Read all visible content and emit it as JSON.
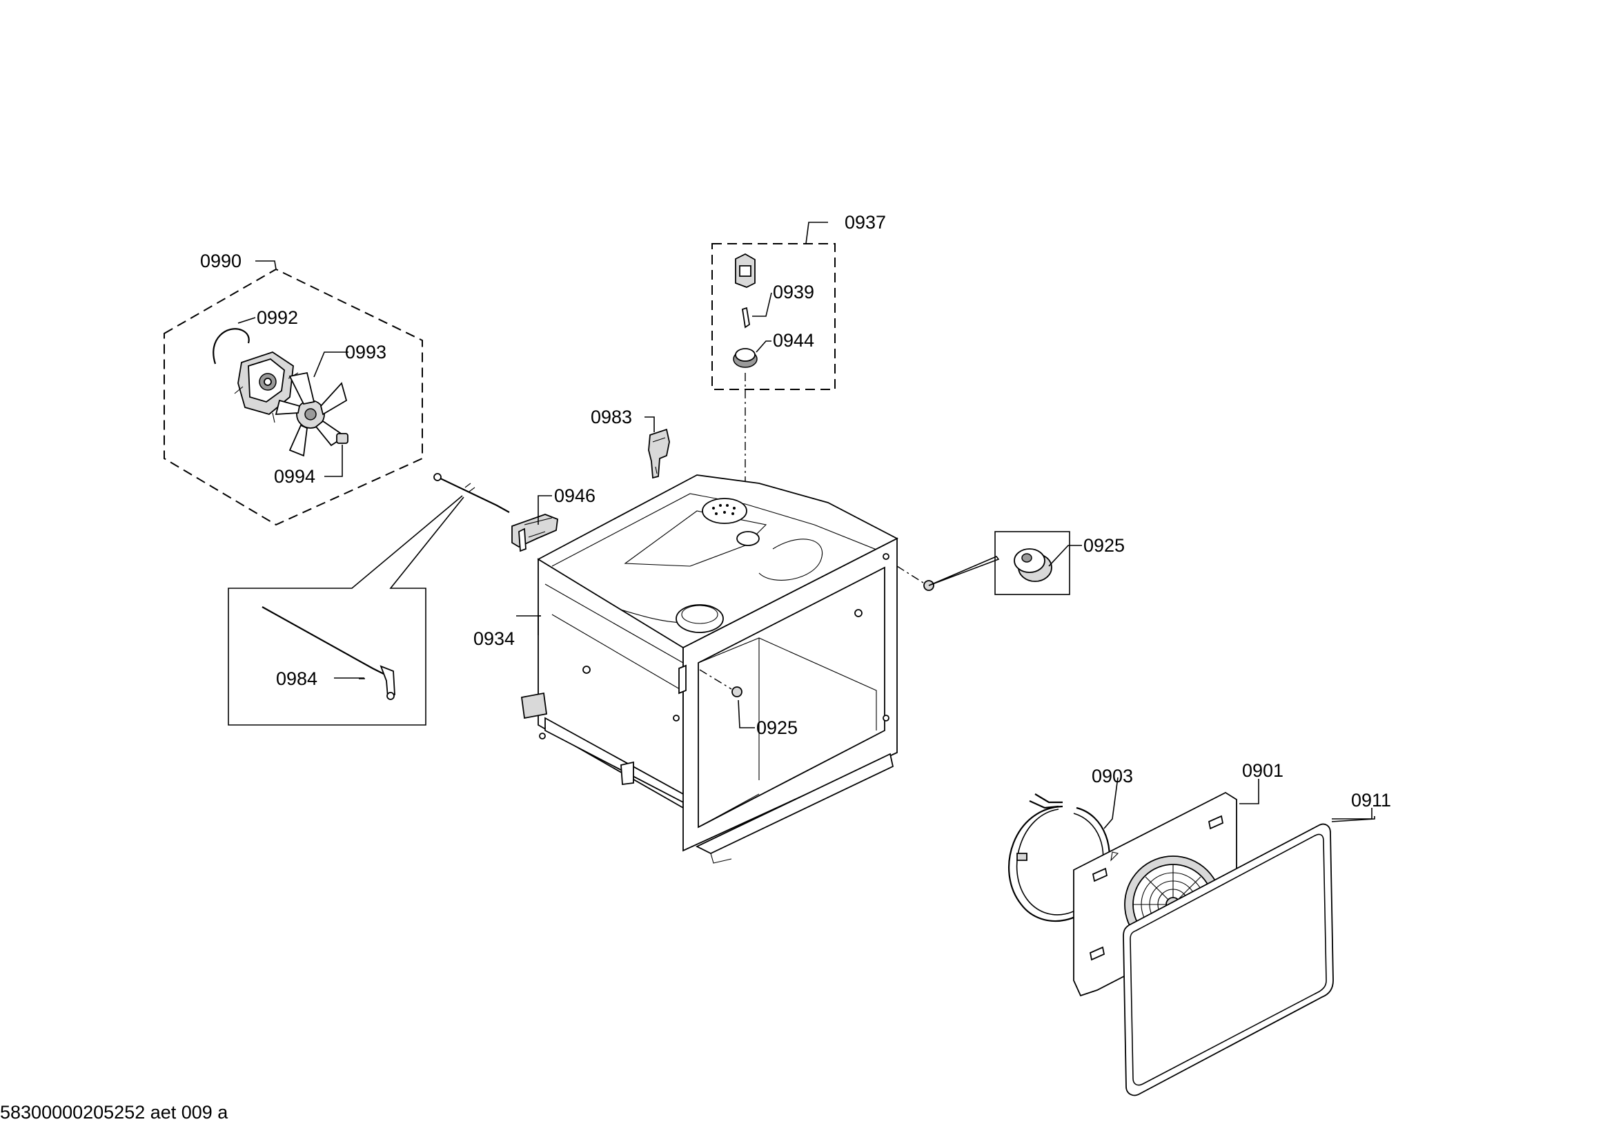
{
  "diagram": {
    "labels": {
      "p0990": "0990",
      "p0992": "0992",
      "p0993": "0993",
      "p0994": "0994",
      "p0984": "0984",
      "p0946": "0946",
      "p0983": "0983",
      "p0934": "0934",
      "p0937": "0937",
      "p0939": "0939",
      "p0944": "0944",
      "p0925a": "0925",
      "p0925b": "0925",
      "p0903": "0903",
      "p0901": "0901",
      "p0911": "0911"
    }
  },
  "footer": {
    "code": "58300000205252 aet 009 a"
  }
}
